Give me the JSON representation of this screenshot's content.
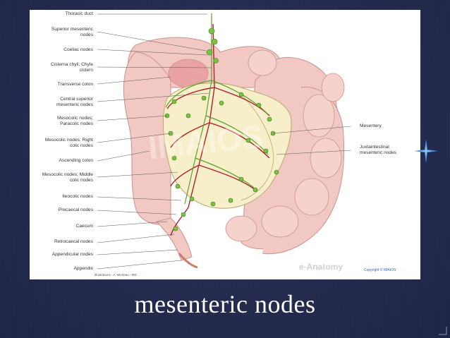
{
  "slide": {
    "caption": "mesenteric nodes",
    "colors": {
      "background": "#242a4e",
      "accent_star": "#4a90e2"
    }
  },
  "figure": {
    "left_labels": [
      "Thoracic duct",
      "Superior mesenteric\nnodes",
      "Coeliac nodes",
      "Cisterna chyli; Chyle\ncistern",
      "Transverse colon",
      "Central superior\nmesenteric nodes",
      "Mesocolic nodes;\nParacolic nodes",
      "Mesocolic nodes; Right\ncolic nodes",
      "Ascending colon",
      "Mesocolic nodes; Middle\ncolic nodes",
      "Ileocolic nodes",
      "Precaecal nodes",
      "Caecum",
      "Retrocaecal nodes",
      "Appendicular nodes",
      "Appendix"
    ],
    "right_labels": [
      "Mesentery",
      "Juxtaintestinal\nmesenteric nodes"
    ],
    "credit": "Illustrations : A. Micheau - MD",
    "copyright": "Copyright © IMAIOS",
    "watermark": "IMAIOS",
    "watermark_small": "e-Anatomy"
  }
}
